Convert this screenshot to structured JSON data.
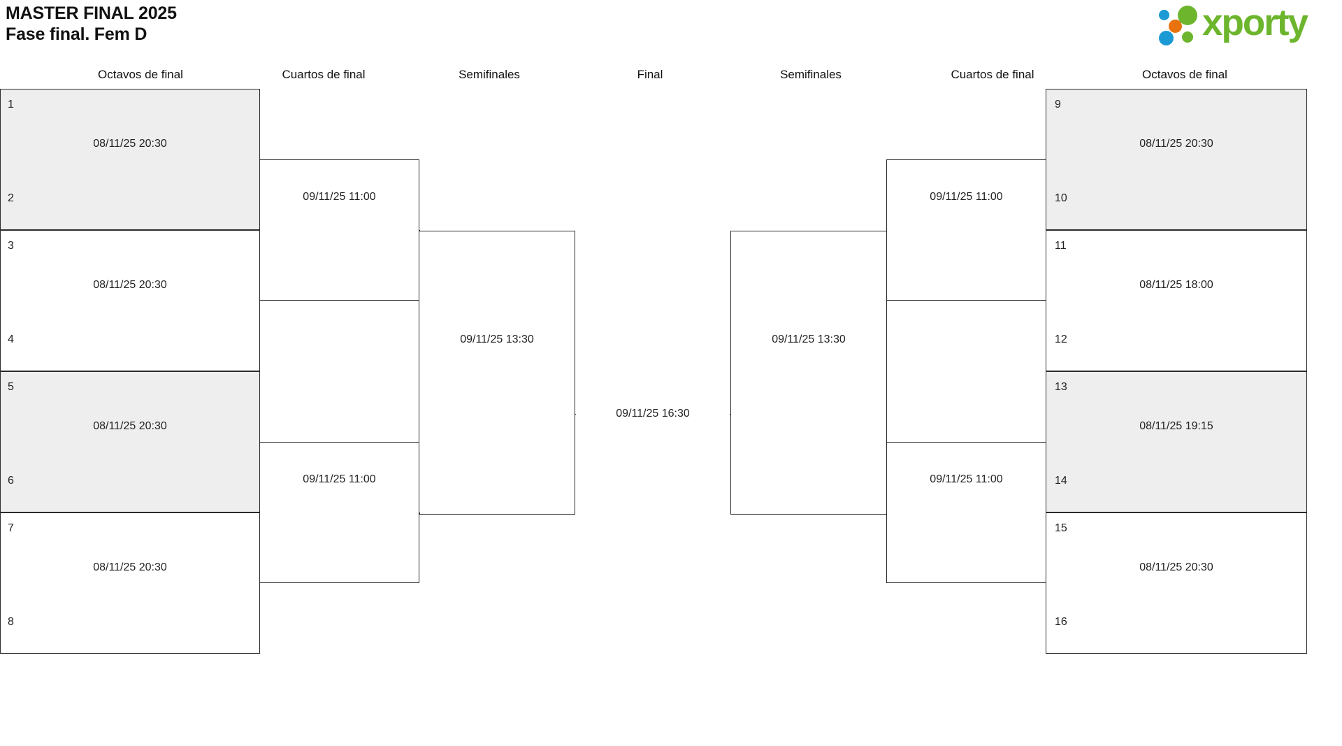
{
  "header": {
    "tournament_title": "MASTER FINAL 2025",
    "phase_title": "Fase final. Fem D",
    "logo": {
      "wordmark": "xporty",
      "green": "#6cb52d",
      "blue": "#1b9ad6",
      "orange": "#e8730c"
    }
  },
  "colors": {
    "box_border": "#2b2b2b",
    "box_shaded": "#eeeeee",
    "box_plain": "#ffffff",
    "text": "#222222",
    "background": "#ffffff"
  },
  "round_headers": {
    "left": [
      {
        "label": "Octavos de final"
      },
      {
        "label": "Cuartos de final"
      },
      {
        "label": "Semifinales"
      }
    ],
    "center": {
      "label": "Final"
    },
    "right": [
      {
        "label": "Semifinales"
      },
      {
        "label": "Cuartos de final"
      },
      {
        "label": "Octavos de final"
      }
    ]
  },
  "bracket": {
    "left": {
      "octavos": [
        {
          "seed_top": "1",
          "seed_bottom": "2",
          "date": "08/11/25 20:30",
          "shaded": true
        },
        {
          "seed_top": "3",
          "seed_bottom": "4",
          "date": "08/11/25 20:30",
          "shaded": false
        },
        {
          "seed_top": "5",
          "seed_bottom": "6",
          "date": "08/11/25 20:30",
          "shaded": true
        },
        {
          "seed_top": "7",
          "seed_bottom": "8",
          "date": "08/11/25 20:30",
          "shaded": false
        }
      ],
      "cuartos": [
        {
          "date": "09/11/25 11:00"
        },
        {
          "date": "09/11/25 11:00"
        }
      ],
      "semifinales": [
        {
          "date": "09/11/25 13:30"
        }
      ]
    },
    "final": {
      "date": "09/11/25 16:30"
    },
    "right": {
      "octavos": [
        {
          "seed_top": "9",
          "seed_bottom": "10",
          "date": "08/11/25 20:30",
          "shaded": true
        },
        {
          "seed_top": "11",
          "seed_bottom": "12",
          "date": "08/11/25 18:00",
          "shaded": false
        },
        {
          "seed_top": "13",
          "seed_bottom": "14",
          "date": "08/11/25 19:15",
          "shaded": true
        },
        {
          "seed_top": "15",
          "seed_bottom": "16",
          "date": "08/11/25 20:30",
          "shaded": false
        }
      ],
      "cuartos": [
        {
          "date": "09/11/25 11:00"
        },
        {
          "date": "09/11/25 11:00"
        }
      ],
      "semifinales": [
        {
          "date": "09/11/25 13:30"
        }
      ]
    }
  }
}
